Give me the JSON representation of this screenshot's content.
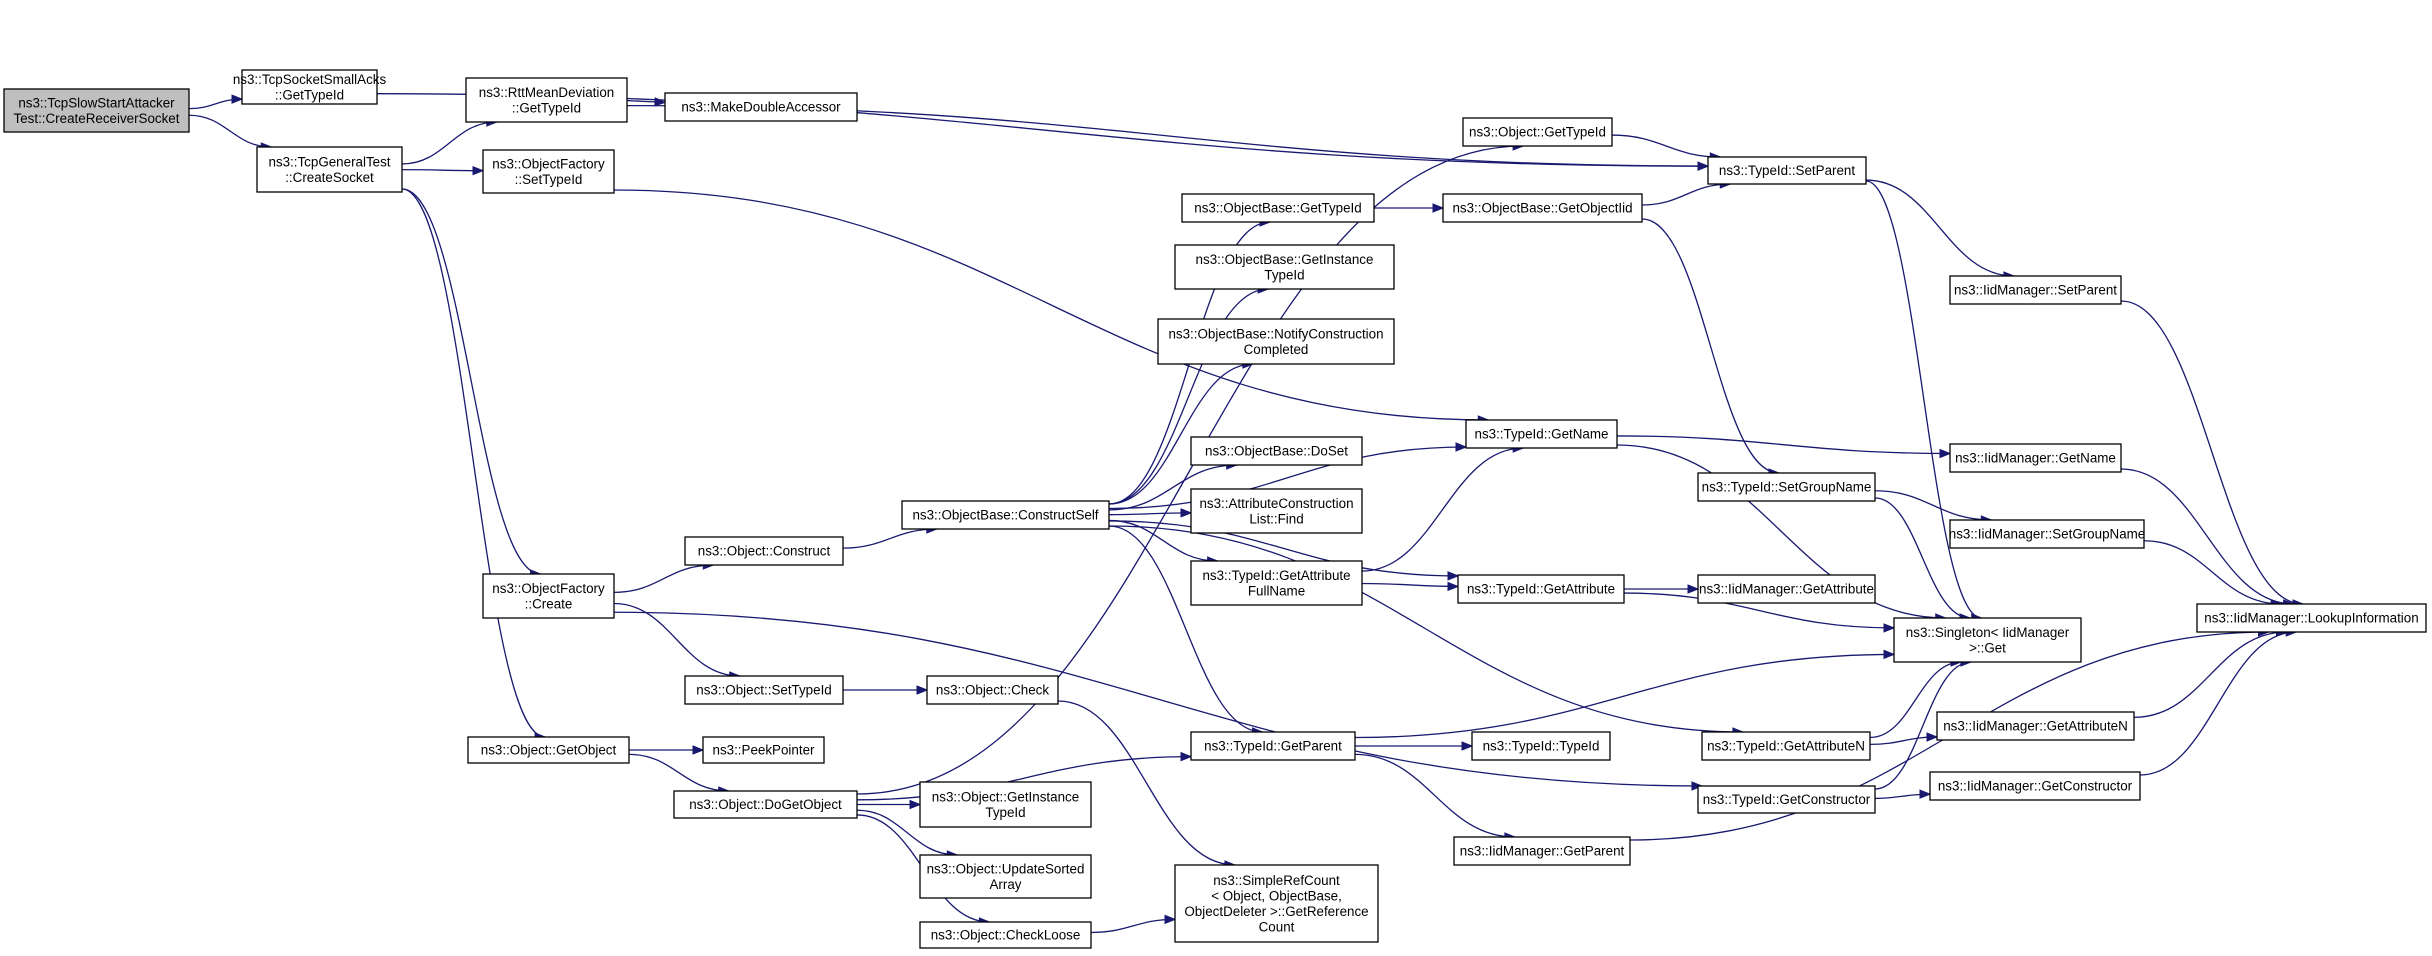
{
  "graph": {
    "title": "",
    "colors": {
      "edge": "#191970",
      "node_fill": "#ffffff",
      "root_fill": "#bfbfbf",
      "node_border": "#000000"
    },
    "nodes": [
      {
        "id": "root",
        "lines": [
          "ns3::TcpSlowStartAttacker",
          "Test::CreateReceiverSocket"
        ],
        "root": true
      },
      {
        "id": "tssa",
        "lines": [
          "ns3::TcpSocketSmallAcks",
          "::GetTypeId"
        ]
      },
      {
        "id": "tgt",
        "lines": [
          "ns3::TcpGeneralTest",
          "::CreateSocket"
        ]
      },
      {
        "id": "rtt",
        "lines": [
          "ns3::RttMeanDeviation",
          "::GetTypeId"
        ]
      },
      {
        "id": "mda",
        "lines": [
          "ns3::MakeDoubleAccessor"
        ]
      },
      {
        "id": "ofst",
        "lines": [
          "ns3::ObjectFactory",
          "::SetTypeId"
        ]
      },
      {
        "id": "ofc",
        "lines": [
          "ns3::ObjectFactory",
          "::Create"
        ]
      },
      {
        "id": "oget",
        "lines": [
          "ns3::Object::GetObject"
        ]
      },
      {
        "id": "ocon",
        "lines": [
          "ns3::Object::Construct"
        ]
      },
      {
        "id": "osti",
        "lines": [
          "ns3::Object::SetTypeId"
        ]
      },
      {
        "id": "pp",
        "lines": [
          "ns3::PeekPointer"
        ]
      },
      {
        "id": "odgo",
        "lines": [
          "ns3::Object::DoGetObject"
        ]
      },
      {
        "id": "obcs",
        "lines": [
          "ns3::ObjectBase::ConstructSelf"
        ]
      },
      {
        "id": "ochk",
        "lines": [
          "ns3::Object::Check"
        ]
      },
      {
        "id": "ogit",
        "lines": [
          "ns3::Object::GetInstance",
          "TypeId"
        ]
      },
      {
        "id": "ousa",
        "lines": [
          "ns3::Object::UpdateSorted",
          "Array"
        ]
      },
      {
        "id": "ochl",
        "lines": [
          "ns3::Object::CheckLoose"
        ]
      },
      {
        "id": "obgt",
        "lines": [
          "ns3::ObjectBase::GetTypeId"
        ]
      },
      {
        "id": "obgi",
        "lines": [
          "ns3::ObjectBase::GetInstance",
          "TypeId"
        ]
      },
      {
        "id": "obnc",
        "lines": [
          "ns3::ObjectBase::NotifyConstruction",
          "Completed"
        ]
      },
      {
        "id": "obds",
        "lines": [
          "ns3::ObjectBase::DoSet"
        ]
      },
      {
        "id": "acl",
        "lines": [
          "ns3::AttributeConstruction",
          "List::Find"
        ]
      },
      {
        "id": "tigafn",
        "lines": [
          "ns3::TypeId::GetAttribute",
          "FullName"
        ]
      },
      {
        "id": "tigp",
        "lines": [
          "ns3::TypeId::GetParent"
        ]
      },
      {
        "id": "srgr",
        "lines": [
          "ns3::SimpleRefCount",
          "< Object, ObjectBase,",
          "ObjectDeleter >::GetReference",
          "Count"
        ]
      },
      {
        "id": "ogtid",
        "lines": [
          "ns3::Object::GetTypeId"
        ]
      },
      {
        "id": "obgoi",
        "lines": [
          "ns3::ObjectBase::GetObjectIid"
        ]
      },
      {
        "id": "tign",
        "lines": [
          "ns3::TypeId::GetName"
        ]
      },
      {
        "id": "tiga",
        "lines": [
          "ns3::TypeId::GetAttribute"
        ]
      },
      {
        "id": "titi",
        "lines": [
          "ns3::TypeId::TypeId"
        ]
      },
      {
        "id": "imgp",
        "lines": [
          "ns3::IidManager::GetParent"
        ]
      },
      {
        "id": "tisp",
        "lines": [
          "ns3::TypeId::SetParent"
        ]
      },
      {
        "id": "tisgn",
        "lines": [
          "ns3::TypeId::SetGroupName"
        ]
      },
      {
        "id": "tigan",
        "lines": [
          "ns3::TypeId::GetAttributeN"
        ]
      },
      {
        "id": "tigc",
        "lines": [
          "ns3::TypeId::GetConstructor"
        ]
      },
      {
        "id": "imsp",
        "lines": [
          "ns3::IidManager::SetParent"
        ]
      },
      {
        "id": "imgn",
        "lines": [
          "ns3::IidManager::GetName"
        ]
      },
      {
        "id": "imsgn",
        "lines": [
          "ns3::IidManager::SetGroupName"
        ]
      },
      {
        "id": "imga",
        "lines": [
          "ns3::IidManager::GetAttribute"
        ]
      },
      {
        "id": "sing",
        "lines": [
          "ns3::Singleton< IidManager",
          ">::Get"
        ]
      },
      {
        "id": "imgan",
        "lines": [
          "ns3::IidManager::GetAttributeN"
        ]
      },
      {
        "id": "imgc",
        "lines": [
          "ns3::IidManager::GetConstructor"
        ]
      },
      {
        "id": "imli",
        "lines": [
          "ns3::IidManager::LookupInformation"
        ]
      }
    ],
    "edges": [
      [
        "root",
        "tssa"
      ],
      [
        "root",
        "tgt"
      ],
      [
        "tssa",
        "tisp"
      ],
      [
        "tgt",
        "rtt"
      ],
      [
        "tgt",
        "ofst"
      ],
      [
        "tgt",
        "ofc"
      ],
      [
        "tgt",
        "oget"
      ],
      [
        "rtt",
        "mda"
      ],
      [
        "rtt",
        "tisp"
      ],
      [
        "ofst",
        "tign"
      ],
      [
        "ofc",
        "ocon"
      ],
      [
        "ofc",
        "osti"
      ],
      [
        "ofc",
        "tigc"
      ],
      [
        "oget",
        "pp"
      ],
      [
        "oget",
        "odgo"
      ],
      [
        "ocon",
        "obcs"
      ],
      [
        "osti",
        "ochk"
      ],
      [
        "odgo",
        "ogtid"
      ],
      [
        "odgo",
        "tigp"
      ],
      [
        "odgo",
        "ogit"
      ],
      [
        "odgo",
        "ousa"
      ],
      [
        "odgo",
        "ochl"
      ],
      [
        "obcs",
        "obgt"
      ],
      [
        "obcs",
        "obgi"
      ],
      [
        "obcs",
        "obnc"
      ],
      [
        "obcs",
        "tign"
      ],
      [
        "obcs",
        "obds"
      ],
      [
        "obcs",
        "acl"
      ],
      [
        "obcs",
        "tigafn"
      ],
      [
        "obcs",
        "tiga"
      ],
      [
        "obcs",
        "tigp"
      ],
      [
        "obcs",
        "tigan"
      ],
      [
        "ochk",
        "srgr"
      ],
      [
        "ochl",
        "srgr"
      ],
      [
        "obgt",
        "obgoi"
      ],
      [
        "ogtid",
        "tisp"
      ],
      [
        "obgoi",
        "tisp"
      ],
      [
        "obgoi",
        "tisgn"
      ],
      [
        "tigafn",
        "tign"
      ],
      [
        "tigafn",
        "tiga"
      ],
      [
        "tign",
        "imgn"
      ],
      [
        "tign",
        "sing"
      ],
      [
        "tiga",
        "imga"
      ],
      [
        "tiga",
        "sing"
      ],
      [
        "tigp",
        "sing"
      ],
      [
        "tigp",
        "titi"
      ],
      [
        "tigp",
        "imgp"
      ],
      [
        "tisp",
        "imsp"
      ],
      [
        "tisp",
        "sing"
      ],
      [
        "tisgn",
        "imsgn"
      ],
      [
        "tisgn",
        "sing"
      ],
      [
        "tigan",
        "sing"
      ],
      [
        "tigan",
        "imgan"
      ],
      [
        "tigc",
        "sing"
      ],
      [
        "tigc",
        "imgc"
      ],
      [
        "imgp",
        "imli"
      ],
      [
        "imsp",
        "imli"
      ],
      [
        "imgn",
        "imli"
      ],
      [
        "imsgn",
        "imli"
      ],
      [
        "imgan",
        "imli"
      ],
      [
        "imgc",
        "imli"
      ]
    ]
  }
}
